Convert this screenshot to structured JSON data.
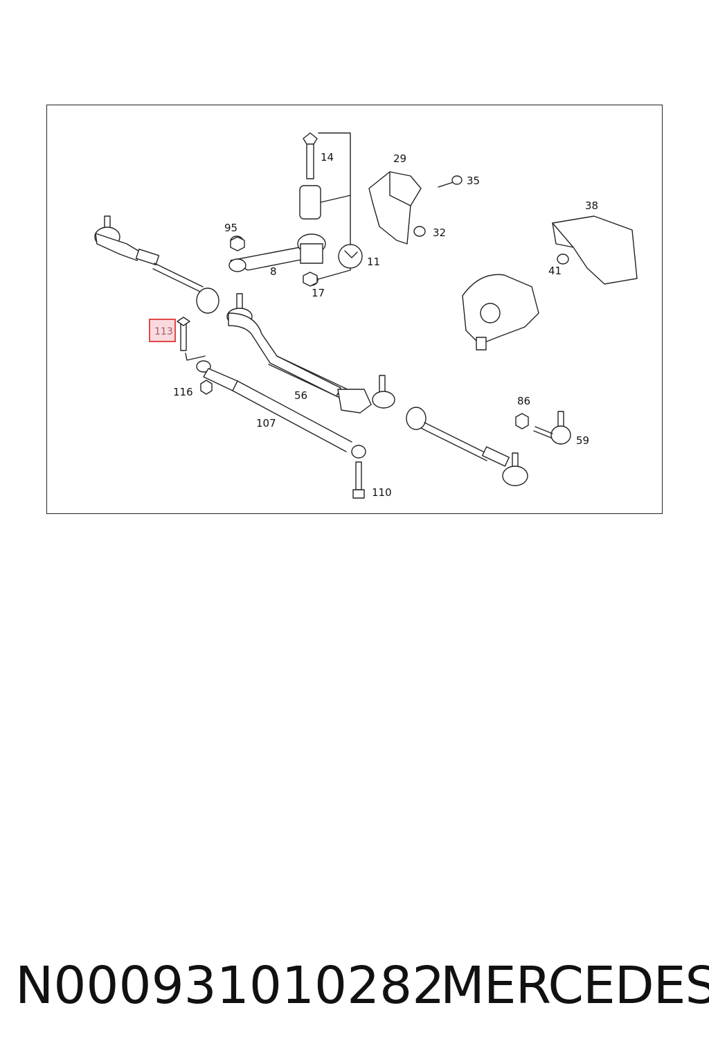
{
  "diagram": {
    "callouts": [
      {
        "id": "14",
        "label": "14"
      },
      {
        "id": "29",
        "label": "29"
      },
      {
        "id": "35",
        "label": "35"
      },
      {
        "id": "38",
        "label": "38"
      },
      {
        "id": "95",
        "label": "95"
      },
      {
        "id": "32",
        "label": "32"
      },
      {
        "id": "8",
        "label": "8"
      },
      {
        "id": "11",
        "label": "11"
      },
      {
        "id": "41",
        "label": "41"
      },
      {
        "id": "17",
        "label": "17"
      },
      {
        "id": "113",
        "label": "113"
      },
      {
        "id": "116",
        "label": "116"
      },
      {
        "id": "56",
        "label": "56"
      },
      {
        "id": "86",
        "label": "86"
      },
      {
        "id": "107",
        "label": "107"
      },
      {
        "id": "59",
        "label": "59"
      },
      {
        "id": "110",
        "label": "110"
      }
    ],
    "highlighted_callout": "113",
    "highlight_color": "#e04848"
  },
  "footer": {
    "part_number": "N000931010282",
    "brand": "MERCEDES"
  }
}
